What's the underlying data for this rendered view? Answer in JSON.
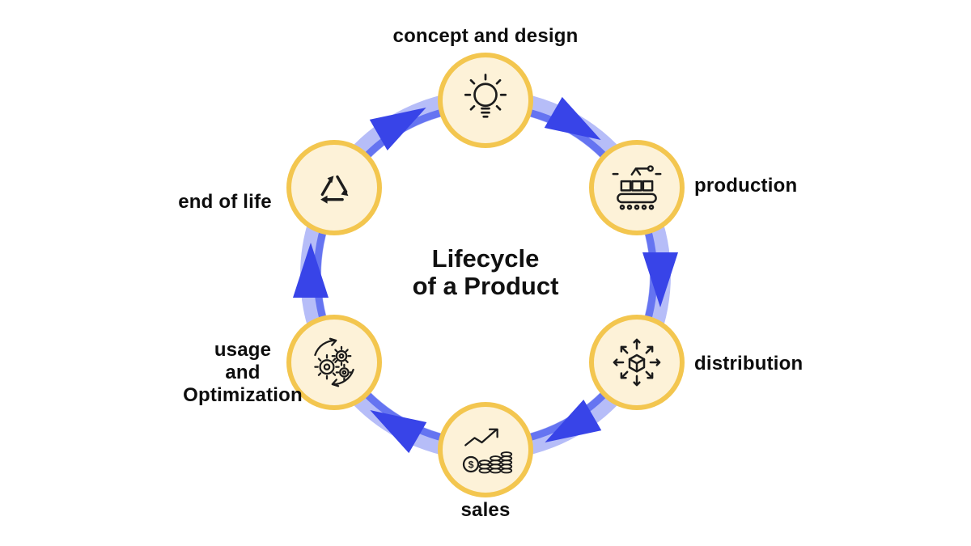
{
  "diagram": {
    "title": "Lifecycle\nof a Product",
    "direction": "clockwise",
    "nodes": [
      {
        "id": "concept",
        "label": "concept and design",
        "icon": "lightbulb-icon"
      },
      {
        "id": "production",
        "label": "production",
        "icon": "production-line-icon"
      },
      {
        "id": "distribution",
        "label": "distribution",
        "icon": "cube-arrows-icon"
      },
      {
        "id": "sales",
        "label": "sales",
        "icon": "coins-growth-icon"
      },
      {
        "id": "usage",
        "label": "usage\nand\nOptimization",
        "icon": "gears-sync-icon"
      },
      {
        "id": "end_of_life",
        "label": "end of life",
        "icon": "recycle-icon"
      }
    ],
    "colors": {
      "background": "#ffffff",
      "ring_light": "#b6bdf8",
      "ring_mid": "#6574f1",
      "arrow": "#3844e8",
      "node_fill": "#fdf2d8",
      "node_border": "#f3c64f",
      "icon_stroke": "#1c1c1c",
      "text": "#0d0d0d"
    }
  }
}
